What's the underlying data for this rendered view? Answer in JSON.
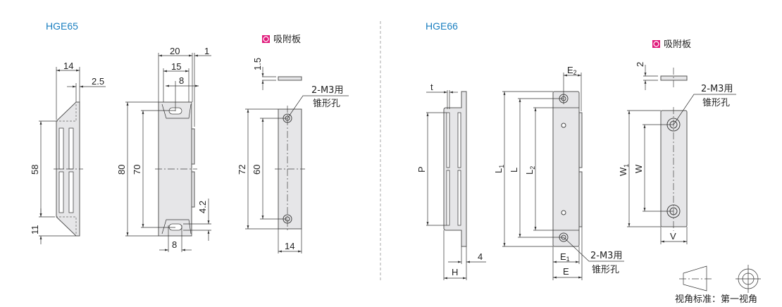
{
  "hge65": {
    "title": "HGE65",
    "side_dims": {
      "width": "14",
      "offset": "2.5",
      "length": "58",
      "end": "11"
    },
    "front_dims": {
      "width": "20",
      "thickness": "1",
      "ear": "15",
      "slot": "8",
      "total": "80",
      "pitch": "70",
      "offset": "4.2",
      "bottom_slot": "8"
    },
    "plate": {
      "legend": "吸附板",
      "thickness": "1.5",
      "note_line1": "2-M3用",
      "note_line2": "锥形孔",
      "length": "72",
      "pitch": "60",
      "width": "14"
    }
  },
  "hge66": {
    "title": "HGE66",
    "side_dims": {
      "t": "t",
      "p": "P",
      "h": "H",
      "offset": "4"
    },
    "front_dims": {
      "e2": "E",
      "e2_sub": "2",
      "l1": "L",
      "l1_sub": "1",
      "l": "L",
      "l2": "L",
      "l2_sub": "2",
      "e1": "E",
      "e1_sub": "1",
      "e": "E",
      "note_line1": "2-M3用",
      "note_line2": "锥形孔"
    },
    "plate": {
      "legend": "吸附板",
      "thickness": "2",
      "note_line1": "2-M3用",
      "note_line2": "锥形孔",
      "w1": "W",
      "w1_sub": "1",
      "w": "W",
      "v": "V"
    }
  },
  "projection": {
    "label": "视角标准：第一视角"
  },
  "colors": {
    "title": "#1a7fc0",
    "legend_marker": "#e0187a"
  }
}
